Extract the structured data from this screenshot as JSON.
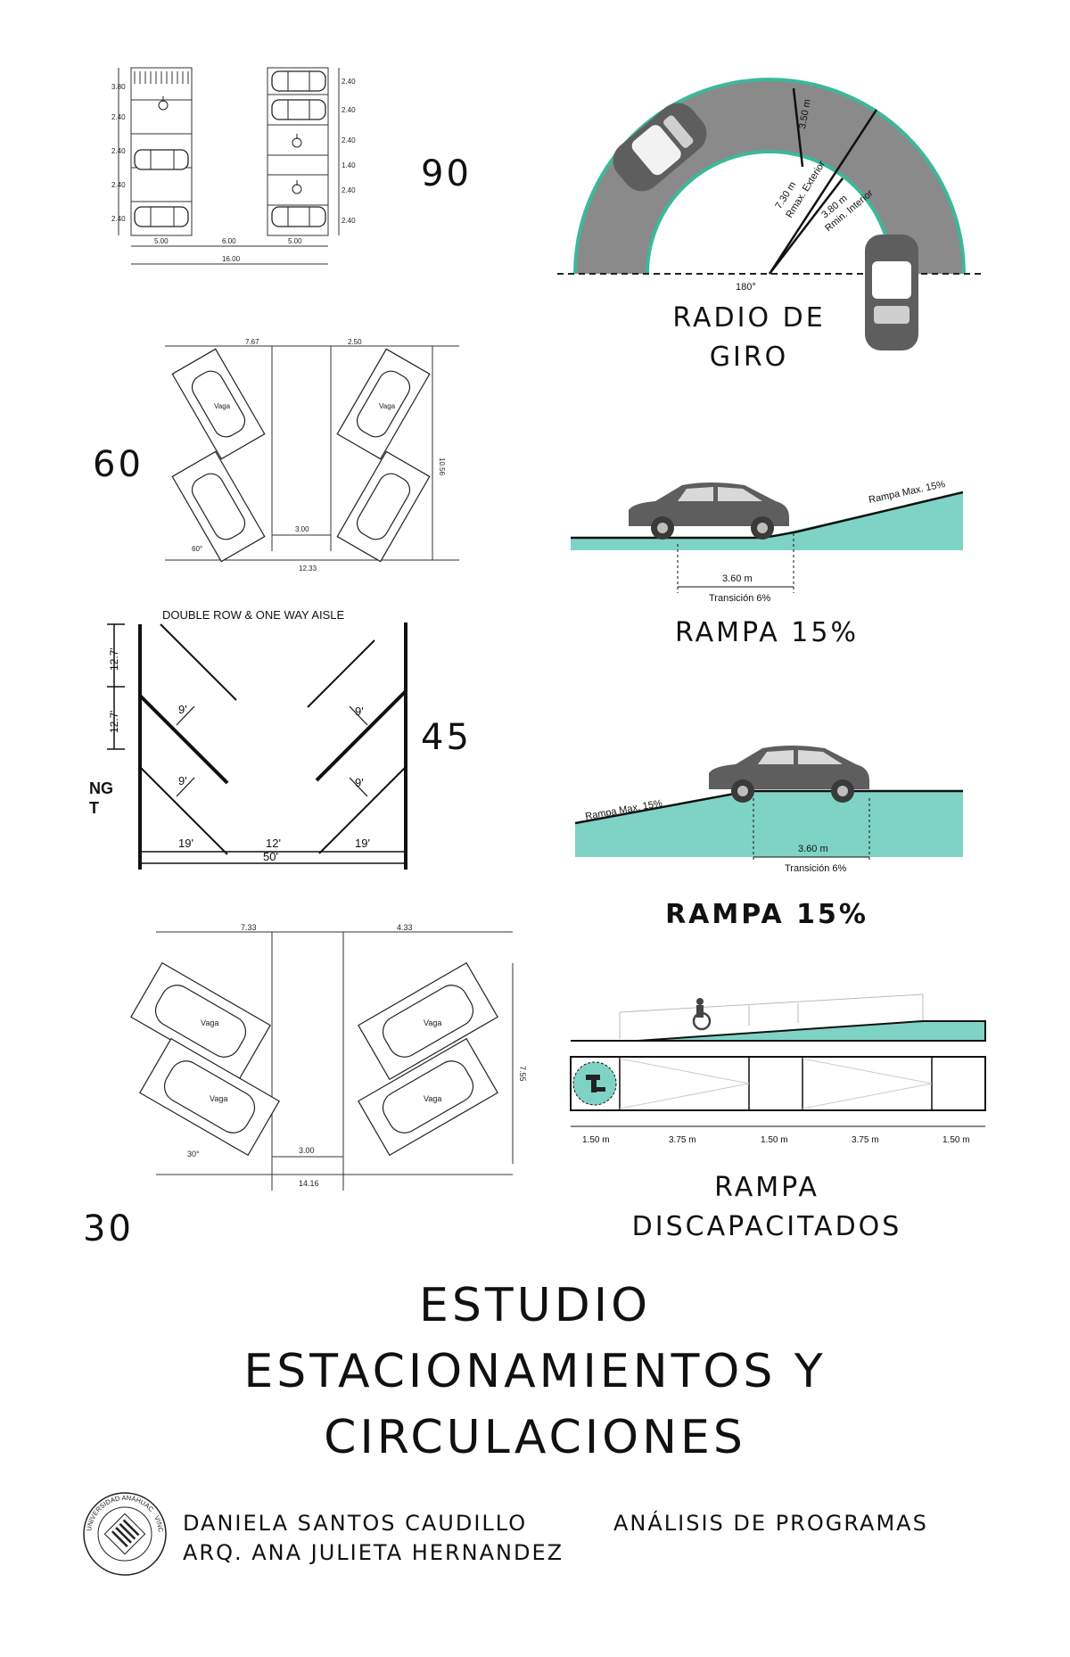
{
  "angles": {
    "a90": "90",
    "a60": "60",
    "a45": "45",
    "a30": "30"
  },
  "captions": {
    "radio_line1": "RADIO DE",
    "radio_line2": "GIRO",
    "rampa1": "RAMPA 15%",
    "rampa2": "RAMPA 15%",
    "rampa_disc_line1": "RAMPA",
    "rampa_disc_line2": "DISCAPACITADOS"
  },
  "title": {
    "line1": "ESTUDIO",
    "line2": "ESTACIONAMIENTOS Y",
    "line3": "CIRCULACIONES"
  },
  "footer": {
    "author": "DANIELA SANTOS CAUDILLO",
    "course": "ANÁLISIS DE PROGRAMAS",
    "professor": "ARQ. ANA JULIETA HERNANDEZ",
    "logo_text": "UNIVERSIDAD ANÁHUAC · VINCE IN BONO MALUM"
  },
  "drawings": {
    "d90": {
      "w1": "5.00",
      "w2": "6.00",
      "w3": "5.00",
      "total": "16.00",
      "left_dims": [
        "3.80",
        "2.40",
        "2.40",
        "2.40",
        "2.40"
      ],
      "right_dims": [
        "2.40",
        "2.40",
        "2.40",
        "1.40",
        "2.40",
        "2.40"
      ]
    },
    "radio": {
      "outer": "3.50 m",
      "rmax": "7.30 m",
      "rmax_label": "Rmax. Exterior",
      "rmin": "3.80 m",
      "rmin_label": "Rmin. Interior",
      "angle": "180°"
    },
    "d60": {
      "top1": "7.67",
      "top2": "2.50",
      "aisle": "3.00",
      "bottom": "12.33",
      "side": "10.56",
      "angle": "60°",
      "stall": "Vaga"
    },
    "rampa_a": {
      "max": "Rampa Max. 15%",
      "len": "3.60 m",
      "trans": "Transición 6%"
    },
    "d45": {
      "heading": "DOUBLE ROW & ONE WAY AISLE",
      "d1": "12.7'",
      "d2": "12.7'",
      "stall": "9'",
      "w1": "19'",
      "w2": "12'",
      "w3": "19'",
      "total": "50'",
      "cut1": "NG",
      "cut2": "T"
    },
    "rampa_b": {
      "max": "Rampa Max. 15%",
      "len": "3.60 m",
      "trans": "Transición 6%"
    },
    "d30": {
      "top1": "7.33",
      "top2": "4.33",
      "aisle": "3.00",
      "bottom": "14.16",
      "side": "7.55",
      "angle": "30°",
      "stall": "Vaga"
    },
    "disc": {
      "seg": [
        "1.50 m",
        "3.75 m",
        "1.50 m",
        "3.75 m",
        "1.50 m"
      ]
    }
  },
  "colors": {
    "teal": "#7fd3c4",
    "green_edge": "#3cb89a",
    "asphalt": "#8a8a8a",
    "car": "#6b6b6b",
    "line": "#222222"
  }
}
